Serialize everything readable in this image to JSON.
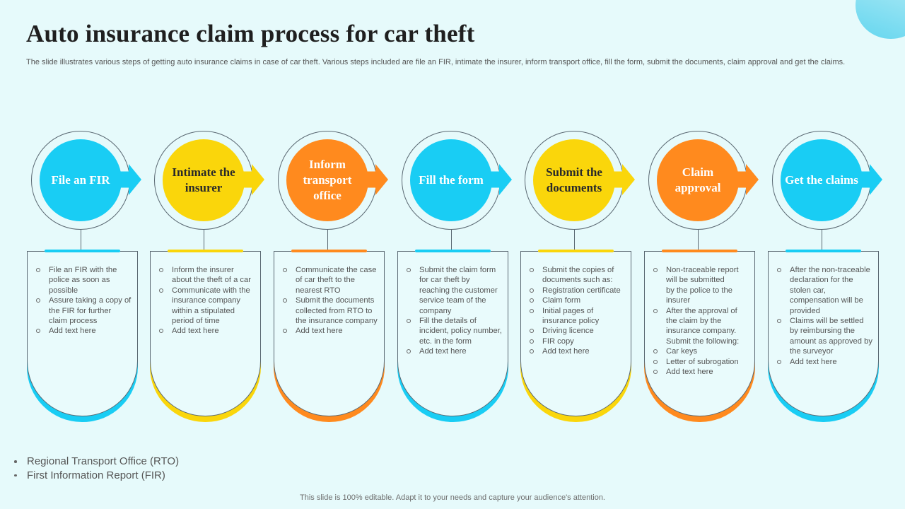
{
  "page": {
    "title": "Auto insurance claim process for car theft",
    "subtitle": "The slide illustrates various steps of getting auto insurance claims in case of car theft. Various steps included are file an FIR, intimate the insurer, inform transport office, fill the form, submit the documents, claim approval and get the claims."
  },
  "colors": {
    "cyan": "#19cdf4",
    "yellow": "#fad60b",
    "orange": "#ff8a1e",
    "background": "#e6fafb"
  },
  "steps": [
    {
      "title": "File an FIR",
      "color": "cyan",
      "items": [
        {
          "text": "File an FIR with the police as soon as possible"
        },
        {
          "text": "Assure taking a copy of the FIR for further claim process"
        },
        {
          "text": "Add text here"
        }
      ]
    },
    {
      "title": "Intimate the insurer",
      "color": "yellow",
      "items": [
        {
          "text": "Inform the insurer about the theft of a car"
        },
        {
          "text": "Communicate with the insurance company within a stipulated period of time"
        },
        {
          "text": "Add text here"
        }
      ]
    },
    {
      "title": "Inform transport office",
      "color": "orange",
      "items": [
        {
          "text": "Communicate the case of car theft to the nearest RTO"
        },
        {
          "text": "Submit the documents collected from RTO to the insurance company"
        },
        {
          "text": "Add text here"
        }
      ]
    },
    {
      "title": "Fill the form",
      "color": "cyan",
      "items": [
        {
          "text": "Submit the claim form for car theft by reaching the customer service team of the company"
        },
        {
          "text": "Fill the details of incident, policy number, etc. in the form"
        },
        {
          "text": "Add text here"
        }
      ]
    },
    {
      "title": "Submit the documents",
      "color": "yellow",
      "items": [
        {
          "text": "Submit the copies of documents such as:"
        },
        {
          "text": "Registration certificate"
        },
        {
          "text": "Claim form"
        },
        {
          "text": "Initial pages of insurance policy"
        },
        {
          "text": "Driving licence"
        },
        {
          "text": "FIR copy"
        },
        {
          "text": "Add text here"
        }
      ]
    },
    {
      "title": "Claim approval",
      "color": "orange",
      "items": [
        {
          "text": "Non-traceable report will be submitted"
        },
        {
          "text": "by the police to the insurer",
          "plain": true
        },
        {
          "text": "After the approval of the claim by the insurance company. Submit the following:"
        },
        {
          "text": "Car keys",
          "sub": true
        },
        {
          "text": "Letter of subrogation",
          "sub": true
        },
        {
          "text": "Add text here",
          "sub": true
        }
      ]
    },
    {
      "title": "Get the claims",
      "color": "cyan",
      "items": [
        {
          "text": "After the non-traceable declaration for the stolen car, compensation will be provided"
        },
        {
          "text": "Claims will be settled by reimbursing the amount as approved by the surveyor"
        },
        {
          "text": "Add text here"
        }
      ]
    }
  ],
  "footnotes": [
    "Regional Transport Office (RTO)",
    "First Information Report (FIR)"
  ],
  "footer": "This slide is 100% editable. Adapt it to your needs and capture your audience's attention."
}
